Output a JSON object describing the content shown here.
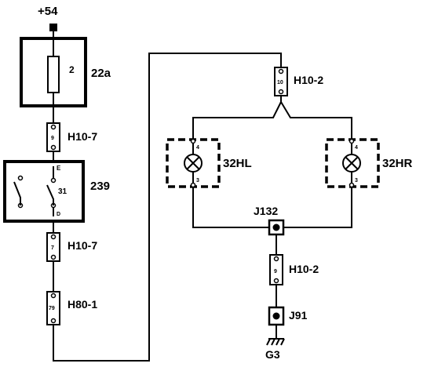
{
  "supply": {
    "label": "+54"
  },
  "fuse": {
    "number": "2",
    "id": "22a"
  },
  "relay": {
    "id": "239",
    "pin_e": "E",
    "pin_31": "31",
    "pin_d": "D"
  },
  "connectors": {
    "c1": {
      "id": "H10-7",
      "pin": "9"
    },
    "c2": {
      "id": "H10-7",
      "pin": "7"
    },
    "c3": {
      "id": "H80-1",
      "pin": "79"
    },
    "c4": {
      "id": "H10-2",
      "pin": "10"
    },
    "c5": {
      "id": "H10-2",
      "pin": "9"
    }
  },
  "lamps": {
    "left": {
      "id": "32HL",
      "pin_top": "4",
      "pin_bottom": "3"
    },
    "right": {
      "id": "32HR",
      "pin_top": "4",
      "pin_bottom": "3"
    }
  },
  "junctions": {
    "j132": "J132",
    "j91": "J91"
  },
  "ground": {
    "label": "G3"
  }
}
